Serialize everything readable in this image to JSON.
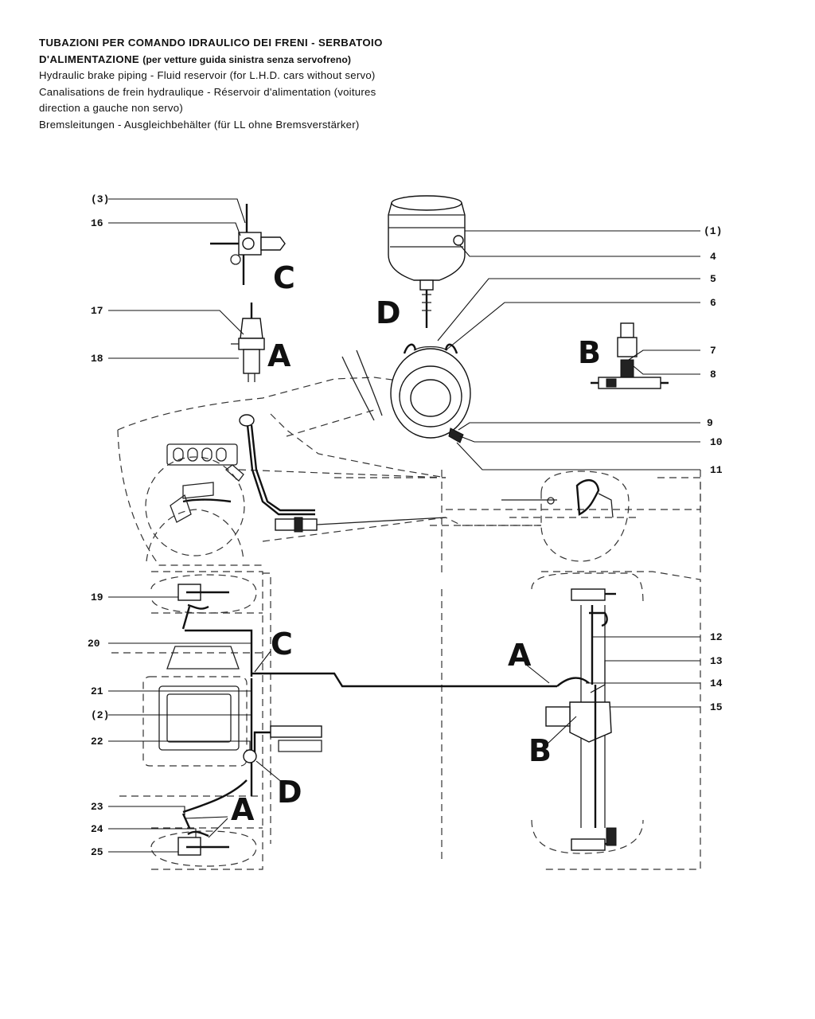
{
  "title": {
    "it_line1": "TUBAZIONI PER COMANDO IDRAULICO DEI FRENI - SERBATOIO",
    "it_line2_main": "D'ALIMENTAZIONE",
    "it_line2_sub": "(per vetture guida sinistra senza servofreno)",
    "en": "Hydraulic brake piping - Fluid reservoir (for L.H.D. cars without servo)",
    "fr_line1": "Canalisations de frein hydraulique - Réservoir d'alimentation (voitures",
    "fr_line2": "direction a gauche non servo)",
    "de": "Bremsleitungen - Ausgleichbehälter (für LL ohne Bremsverstärker)"
  },
  "callouts": {
    "n3": "(3)",
    "n16": "16",
    "n17": "17",
    "n18": "18",
    "n1": "(1)",
    "n4": "4",
    "n5": "5",
    "n6": "6",
    "n7": "7",
    "n8": "8",
    "n9": "9",
    "n10": "10",
    "n11": "11",
    "n12": "12",
    "n13": "13",
    "n14": "14",
    "n15": "15",
    "n19": "19",
    "n20": "20",
    "n21": "21",
    "n2": "(2)",
    "n22": "22",
    "n23": "23",
    "n24": "24",
    "n25": "25"
  },
  "details": {
    "C": "C",
    "D": "D",
    "A": "A",
    "B": "B",
    "C2": "C",
    "A2": "A",
    "B2": "B",
    "D2": "D",
    "A3": "A"
  }
}
